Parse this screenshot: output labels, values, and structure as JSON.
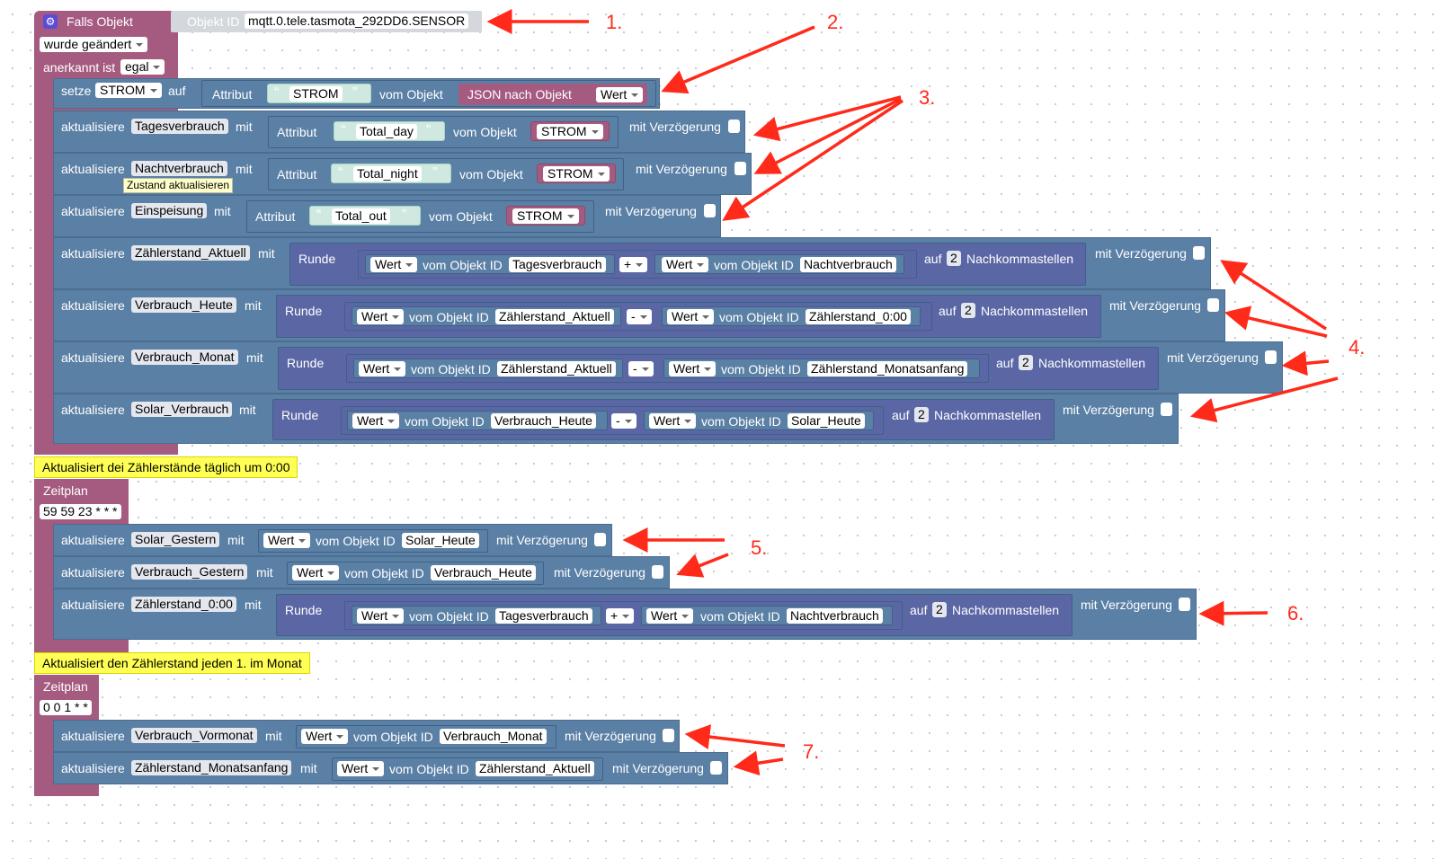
{
  "trigger": {
    "title": "Falls Objekt",
    "id_label": "Objekt ID",
    "id_value": "mqtt.0.tele.tasmota_292DD6.SENSOR",
    "changed_dd": "wurde geändert",
    "ack_label": "anerkannt ist",
    "ack_dd": "egal"
  },
  "setze": {
    "label": "setze",
    "var_dd": "STROM",
    "auf": "auf",
    "attr": "Attribut",
    "str": "STROM",
    "vom": "vom Objekt",
    "json": "JSON nach Objekt",
    "wert": "Wert"
  },
  "common": {
    "update": "aktualisiere",
    "mit": "mit",
    "delay": "mit Verzögerung",
    "attr": "Attribut",
    "vom_objekt": "vom Objekt",
    "vom_objekt_id": "vom Objekt ID",
    "wert": "Wert",
    "runde": "Runde",
    "auf": "auf",
    "nachkomma": "Nachkommastellen",
    "two": "2",
    "plus": "+",
    "minus": "-",
    "strom": "STROM"
  },
  "rows": {
    "r1": {
      "state": "Tagesverbrauch",
      "attr": "Total_day"
    },
    "r2": {
      "state": "Nachtverbrauch",
      "attr": "Total_night",
      "tooltip": "Zustand aktualisieren"
    },
    "r3": {
      "state": "Einspeisung",
      "attr": "Total_out"
    },
    "r4": {
      "state": "Zählerstand_Aktuell",
      "a": "Tagesverbrauch",
      "b": "Nachtverbrauch"
    },
    "r5": {
      "state": "Verbrauch_Heute",
      "a": "Zählerstand_Aktuell",
      "b": "Zählerstand_0:00"
    },
    "r6": {
      "state": "Verbrauch_Monat",
      "a": "Zählerstand_Aktuell",
      "b": "Zählerstand_Monatsanfang"
    },
    "r7": {
      "state": "Solar_Verbrauch",
      "a": "Verbrauch_Heute",
      "b": "Solar_Heute"
    }
  },
  "sched1": {
    "note": "Aktualisiert dei Zählerstände täglich um 0:00",
    "title": "Zeitplan",
    "cron": "59 59 23 * * *",
    "s1": {
      "state": "Solar_Gestern",
      "src": "Solar_Heute"
    },
    "s2": {
      "state": "Verbrauch_Gestern",
      "src": "Verbrauch_Heute"
    },
    "s3": {
      "state": "Zählerstand_0:00",
      "a": "Tagesverbrauch",
      "b": "Nachtverbrauch"
    }
  },
  "sched2": {
    "note": "Aktualisiert den Zählerstand jeden 1. im Monat",
    "title": "Zeitplan",
    "cron": "0 0 1 * *",
    "m1": {
      "state": "Verbrauch_Vormonat",
      "src": "Verbrauch_Monat"
    },
    "m2": {
      "state": "Zählerstand_Monatsanfang",
      "src": "Zählerstand_Aktuell"
    }
  },
  "annotations": {
    "n1": "1.",
    "n2": "2.",
    "n3": "3.",
    "n4": "4.",
    "n5": "5.",
    "n6": "6.",
    "n7": "7."
  },
  "colors": {
    "event": "#a55b80",
    "action": "#5b80a5",
    "math": "#5b67a5",
    "annotation": "#ff2a1a",
    "note": "#ffff55"
  }
}
